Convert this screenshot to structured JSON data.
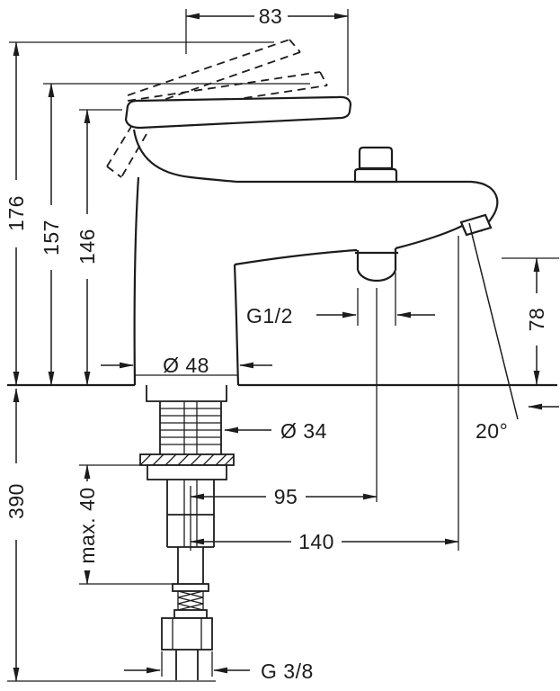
{
  "colors": {
    "line": "#1c1c1c",
    "background": "#ffffff"
  },
  "dimensions": {
    "handle_length": "83",
    "height_overall": "176",
    "height_handle_raised": "157",
    "height_handle_top": "146",
    "spout_outlet_height": "78",
    "base_diameter": "Ø 48",
    "shank_diameter": "Ø 34",
    "hose_connection_thread": "G1/2",
    "spout_angle": "20°",
    "hose_connection_offset": "95",
    "spout_reach": "140",
    "below_deck_length": "390",
    "max_deck_thickness": "max. 40",
    "supply_thread": "G 3/8"
  }
}
